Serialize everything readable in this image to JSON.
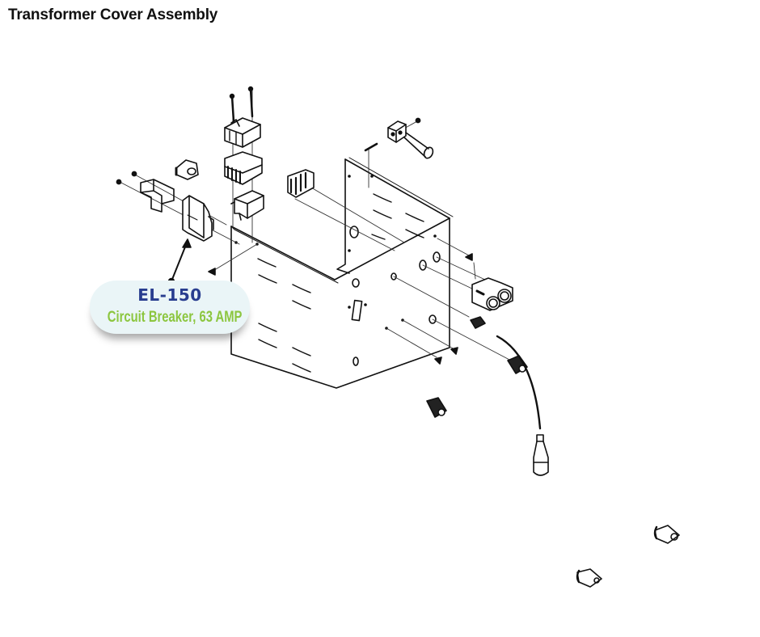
{
  "page": {
    "title": "Transformer Cover Assembly"
  },
  "callout": {
    "part_number": "EL-150",
    "description": "Circuit Breaker, 63 AMP",
    "colors": {
      "part_number": "#283d8f",
      "description": "#8cc63f",
      "background": "#eaf5f7"
    }
  },
  "diagram": {
    "type": "exploded-view",
    "parts": [
      "enclosure-box",
      "circuit-breaker",
      "mounting-bracket",
      "current-sensor",
      "relay-top",
      "heatsink",
      "relay-bracket",
      "terminal-block",
      "corner-terminal",
      "fuse-holder",
      "cable-gland",
      "sensor-probe",
      "spare-fuse-1",
      "spare-fuse-2",
      "screw"
    ]
  }
}
